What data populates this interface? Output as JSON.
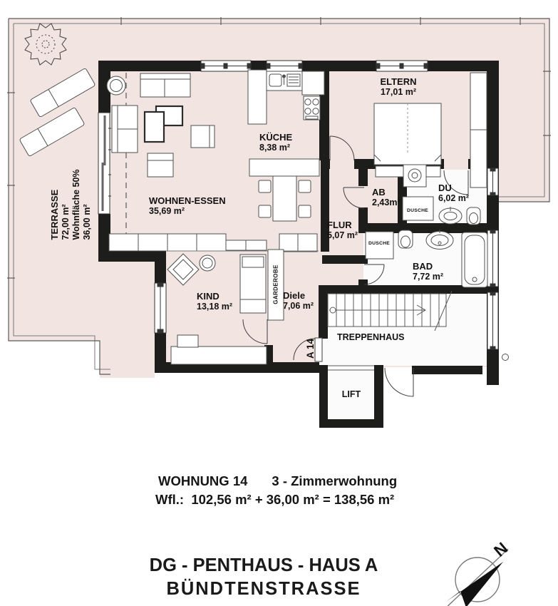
{
  "plan": {
    "rooms": [
      {
        "id": "terrasse",
        "label": "TERRASSE",
        "area": "72,00 m²",
        "note1": "Wohnfläche 50%",
        "note2": "36,00 m²"
      },
      {
        "id": "wohnen-essen",
        "label": "WOHNEN-ESSEN",
        "area": "35,69 m²"
      },
      {
        "id": "kueche",
        "label": "KÜCHE",
        "area": "8,38 m²"
      },
      {
        "id": "eltern",
        "label": "ELTERN",
        "area": "17,01 m²"
      },
      {
        "id": "abstellraum",
        "label": "AB",
        "area": "2,43m²"
      },
      {
        "id": "dusche-wc",
        "label": "DU",
        "area": "6,02 m²"
      },
      {
        "id": "flur",
        "label": "FLUR",
        "area": "5,07 m²"
      },
      {
        "id": "bad",
        "label": "BAD",
        "area": "7,72 m²"
      },
      {
        "id": "kind",
        "label": "KIND",
        "area": "13,18 m²"
      },
      {
        "id": "diele",
        "label": "Diele",
        "area": "7,06 m²"
      },
      {
        "id": "treppenhaus",
        "label": "TREPPENHAUS"
      },
      {
        "id": "lift",
        "label": "LIFT"
      }
    ],
    "fixtures": {
      "garderobe": "GARDEROBE",
      "dusche_du": "DUSCHE",
      "dusche_bad": "DUSCHE",
      "entrance_door": "A 14"
    },
    "compass_north": "N"
  },
  "footer": {
    "apartment": "WOHNUNG 14",
    "apartment_type": "3 - Zimmerwohnung",
    "area_line": "Wfl.:  102,56 m² + 36,00 m² = 138,56 m²",
    "project_line1": "DG - PENTHAUS - HAUS A",
    "project_line2": "BÜNDTENSTRASSE"
  },
  "colors": {
    "floor": "#f2e4e0",
    "wall": "#1d1d1b",
    "bath_floor": "#fbfbfb",
    "outline": "#4f4f4f"
  }
}
